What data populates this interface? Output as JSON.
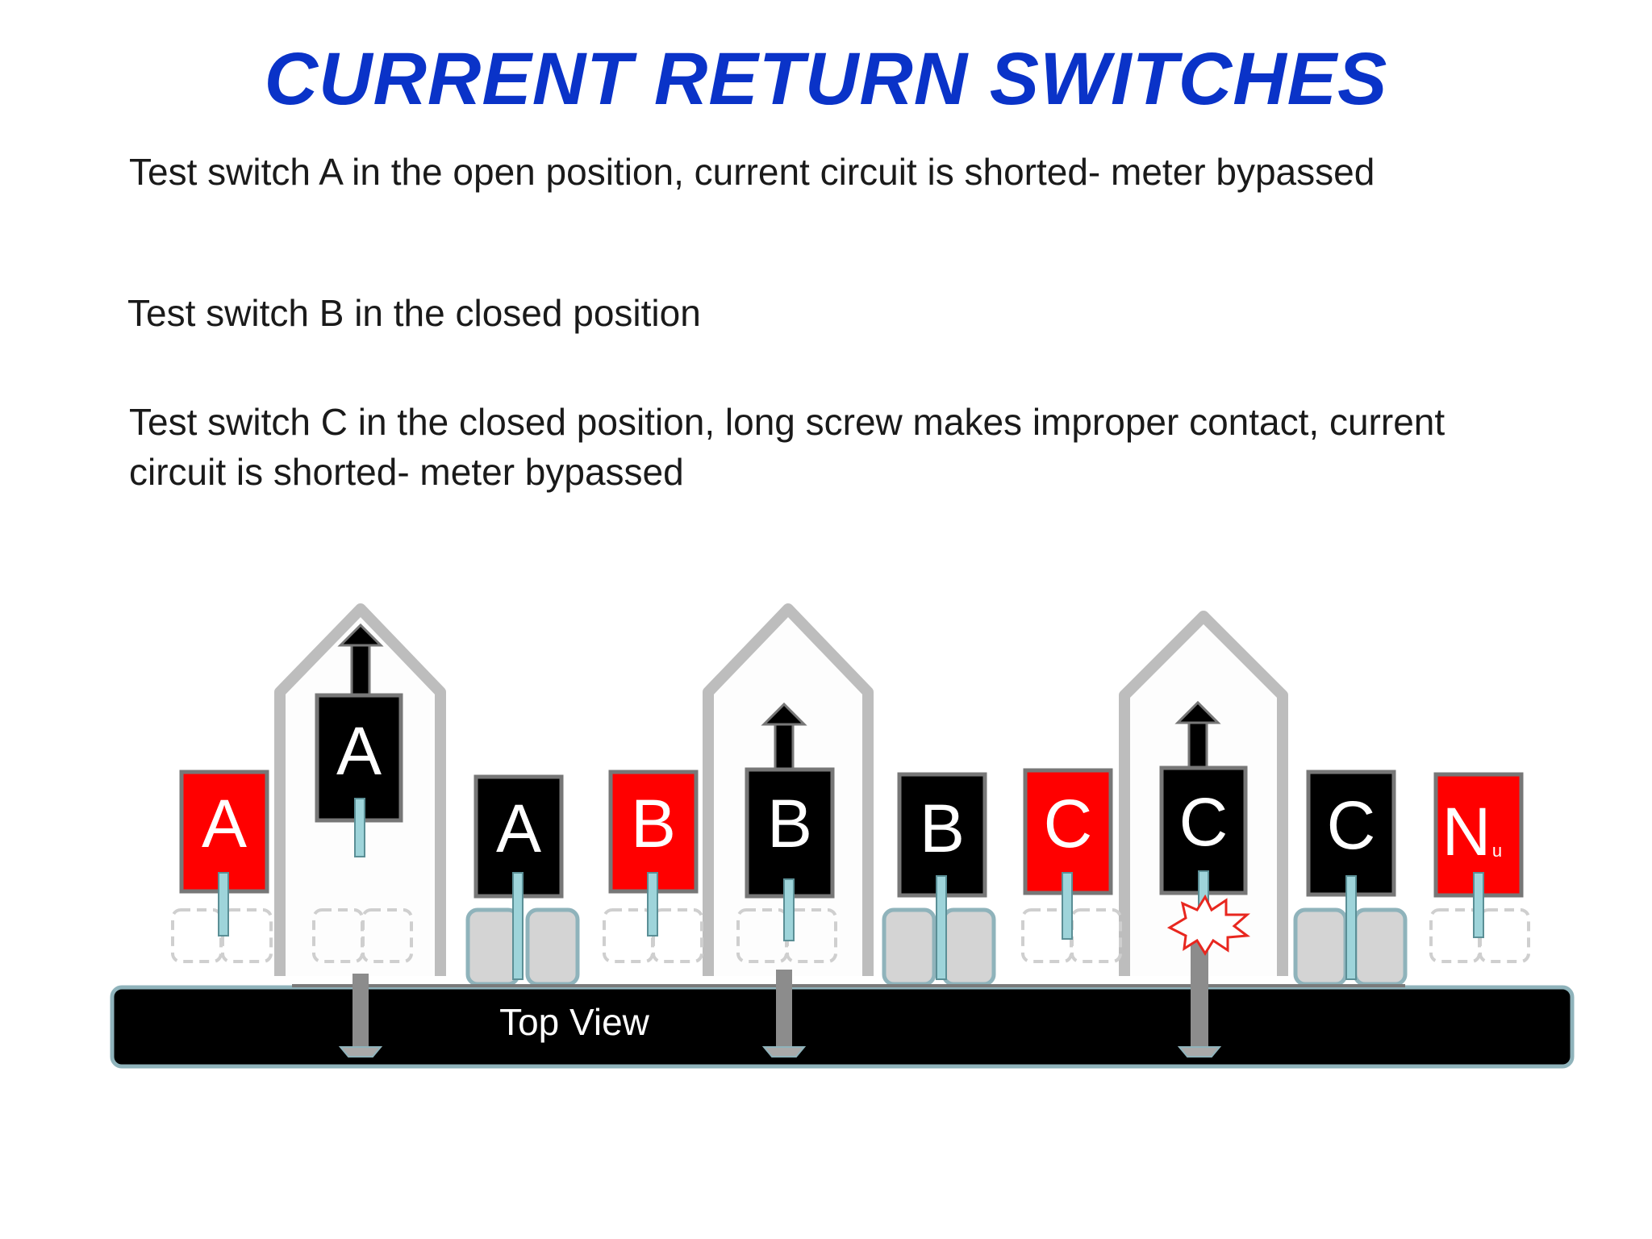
{
  "title": "CURRENT RETURN SWITCHES",
  "colors": {
    "title": "#0a33c8",
    "terminal_red": "#ff0000",
    "terminal_black": "#000000",
    "housing": "#bdbdbd",
    "contact_fill": "#d4d4d4",
    "contact_border": "#8fb3bb",
    "spark": "#e8271f"
  },
  "captions": {
    "switch_a": "Test switch A in the open position, current circuit is shorted- meter bypassed",
    "switch_b": "Test switch B in the closed position",
    "switch_c": "Test switch C in the closed position, long screw makes improper contact, current circuit is shorted- meter bypassed"
  },
  "diagram": {
    "base_label": "Top View",
    "terminals": [
      {
        "label": "A",
        "color": "red"
      },
      {
        "label": "A",
        "color": "black",
        "role": "switch"
      },
      {
        "label": "A",
        "color": "black"
      },
      {
        "label": "B",
        "color": "red"
      },
      {
        "label": "B",
        "color": "black",
        "role": "switch"
      },
      {
        "label": "B",
        "color": "black"
      },
      {
        "label": "C",
        "color": "red"
      },
      {
        "label": "C",
        "color": "black",
        "role": "switch"
      },
      {
        "label": "C",
        "color": "black"
      },
      {
        "label": "N",
        "sub": "u",
        "color": "red"
      }
    ],
    "icons": [
      "arrow-up-icon",
      "screw-icon",
      "spark-icon"
    ]
  }
}
